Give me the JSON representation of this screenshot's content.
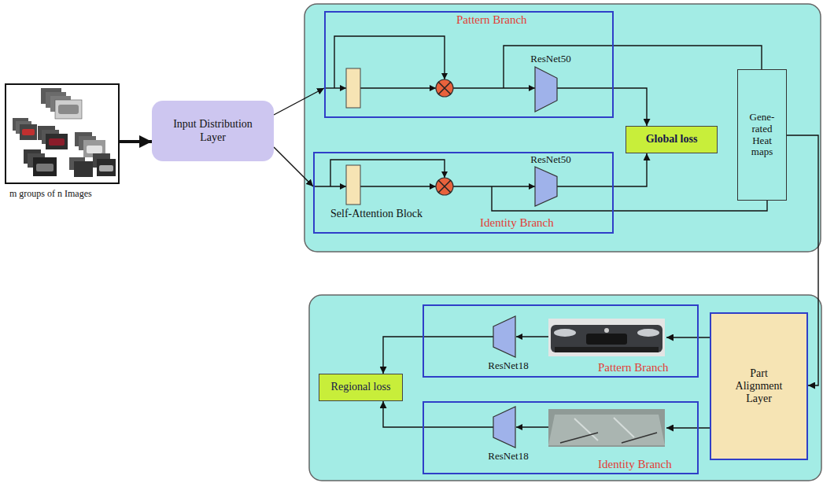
{
  "diagram": {
    "nodes": [
      {
        "text": [
          "m groups of n Images"
        ]
      },
      {
        "text": [
          "Input Distribution Layer"
        ]
      },
      {
        "text": [
          "Pattern Branch"
        ]
      },
      {
        "text": [
          "ResNet50"
        ],
        "in": 2
      },
      {
        "text": [
          "Identity Branch"
        ]
      },
      {
        "text": [
          "Self-Attention Block"
        ],
        "in": 4
      },
      {
        "text": [
          "ResNet50"
        ],
        "in": 4
      },
      {
        "text": [
          "Global loss"
        ]
      },
      {
        "text": [
          "Gene- rated Heat maps"
        ]
      },
      {
        "text": [
          "Part Alignment Layer"
        ]
      },
      {
        "text": [
          "Pattern Branch"
        ]
      },
      {
        "text": [
          "ResNet18"
        ],
        "in": 10
      },
      {
        "text": [
          "Identity Branch"
        ]
      },
      {
        "text": [
          "ResNet18"
        ],
        "in": 12
      },
      {
        "text": [
          "Regional loss"
        ]
      }
    ],
    "edges": [
      {
        "from": 0,
        "to": 1,
        "arrow": "to"
      },
      {
        "from": 1,
        "to": 2,
        "arrow": "to"
      },
      {
        "from": 1,
        "to": 4,
        "arrow": "to"
      },
      {
        "from": 3,
        "to": 7,
        "arrow": "to"
      },
      {
        "from": 6,
        "to": 7,
        "arrow": "to"
      },
      {
        "from": 2,
        "to": 8,
        "arrow": "none"
      },
      {
        "from": 4,
        "to": 8,
        "arrow": "none"
      },
      {
        "from": 8,
        "to": 9,
        "arrow": "to"
      },
      {
        "from": 9,
        "to": 10,
        "arrow": "to"
      },
      {
        "from": 9,
        "to": 12,
        "arrow": "to"
      },
      {
        "from": 11,
        "to": 14,
        "arrow": "to"
      },
      {
        "from": 13,
        "to": 14,
        "arrow": "to"
      }
    ]
  }
}
